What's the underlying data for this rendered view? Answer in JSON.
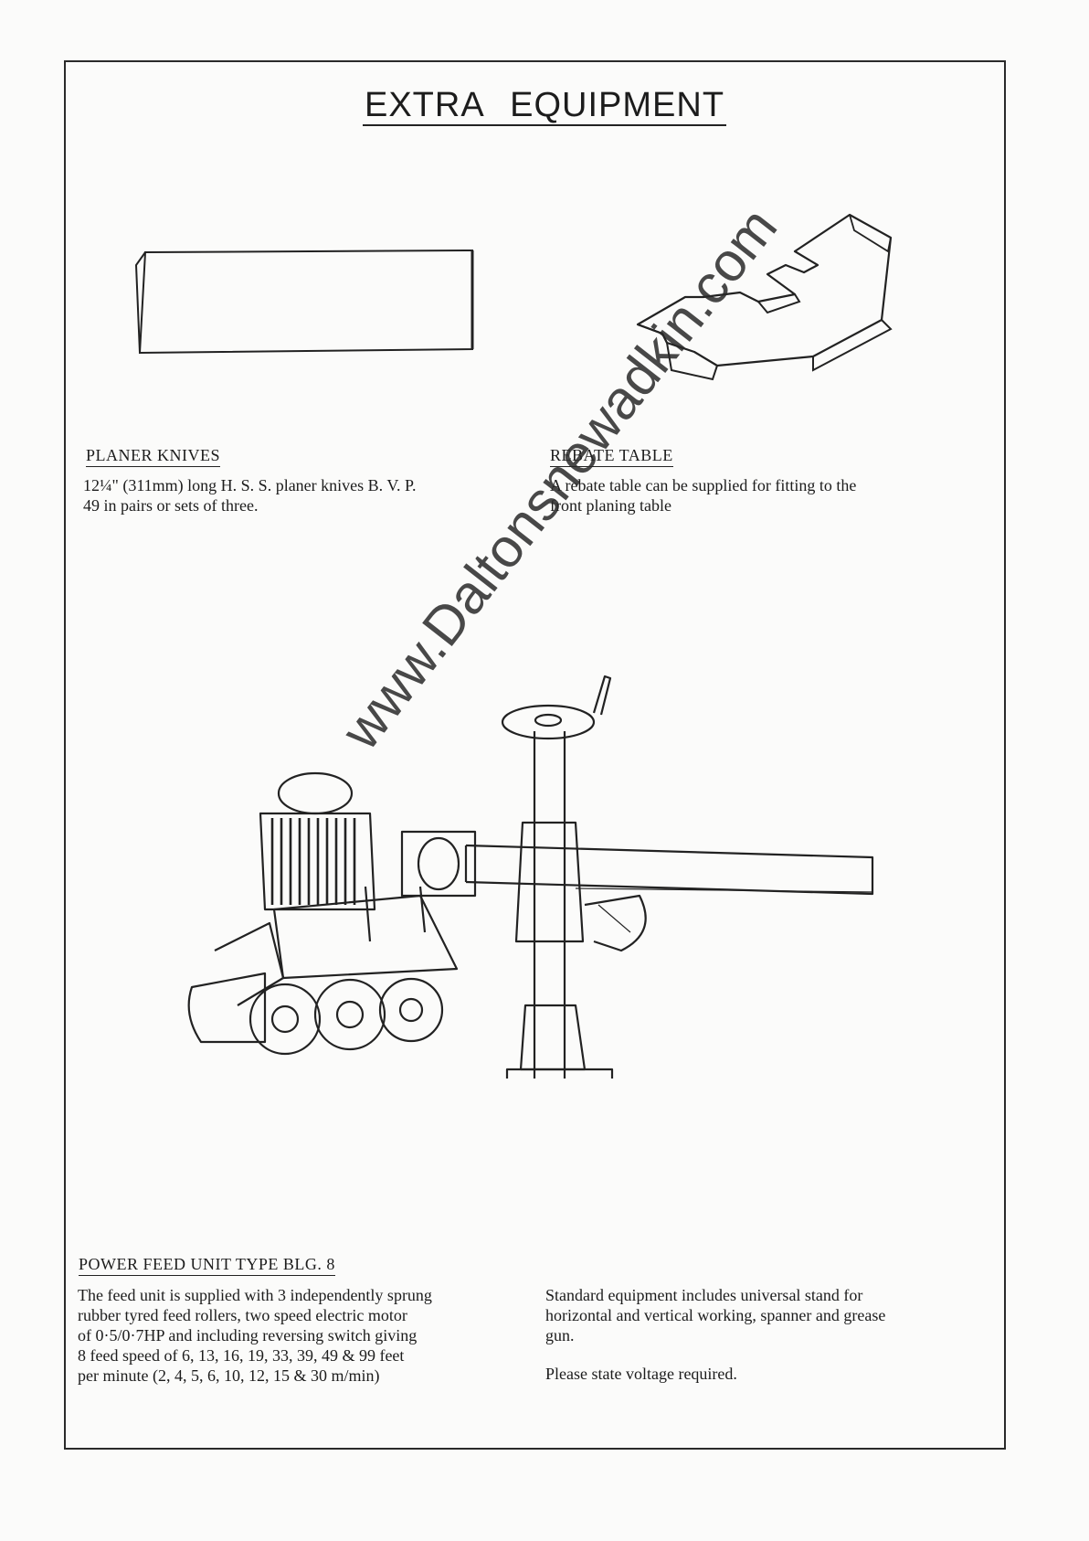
{
  "page": {
    "title": "EXTRA EQUIPMENT",
    "watermark": "www.Daltonsnewadkin.com"
  },
  "sections": {
    "planer_knives": {
      "heading": "PLANER KNIVES",
      "line1": "12¼\" (311mm) long H. S. S. planer knives B. V. P.",
      "line2": "49 in pairs or sets of three."
    },
    "rebate_table": {
      "heading": "REBATE TABLE",
      "line1": "A rebate table can be supplied for fitting to the",
      "line2": "front planing table"
    },
    "power_feed": {
      "heading": "POWER FEED UNIT TYPE BLG. 8",
      "left_lines": [
        "The feed unit is supplied with 3 independently sprung",
        "rubber tyred feed rollers, two speed electric motor",
        "of 0·5/0·7HP and including reversing switch giving",
        "8 feed speed of 6, 13, 16, 19, 33, 39, 49 & 99 feet",
        "per minute (2, 4, 5, 6, 10, 12, 15 & 30 m/min)"
      ],
      "right_lines": [
        "Standard equipment includes universal stand for",
        "horizontal and vertical working, spanner and grease",
        "gun."
      ],
      "voltage_note": "Please state voltage required."
    }
  }
}
